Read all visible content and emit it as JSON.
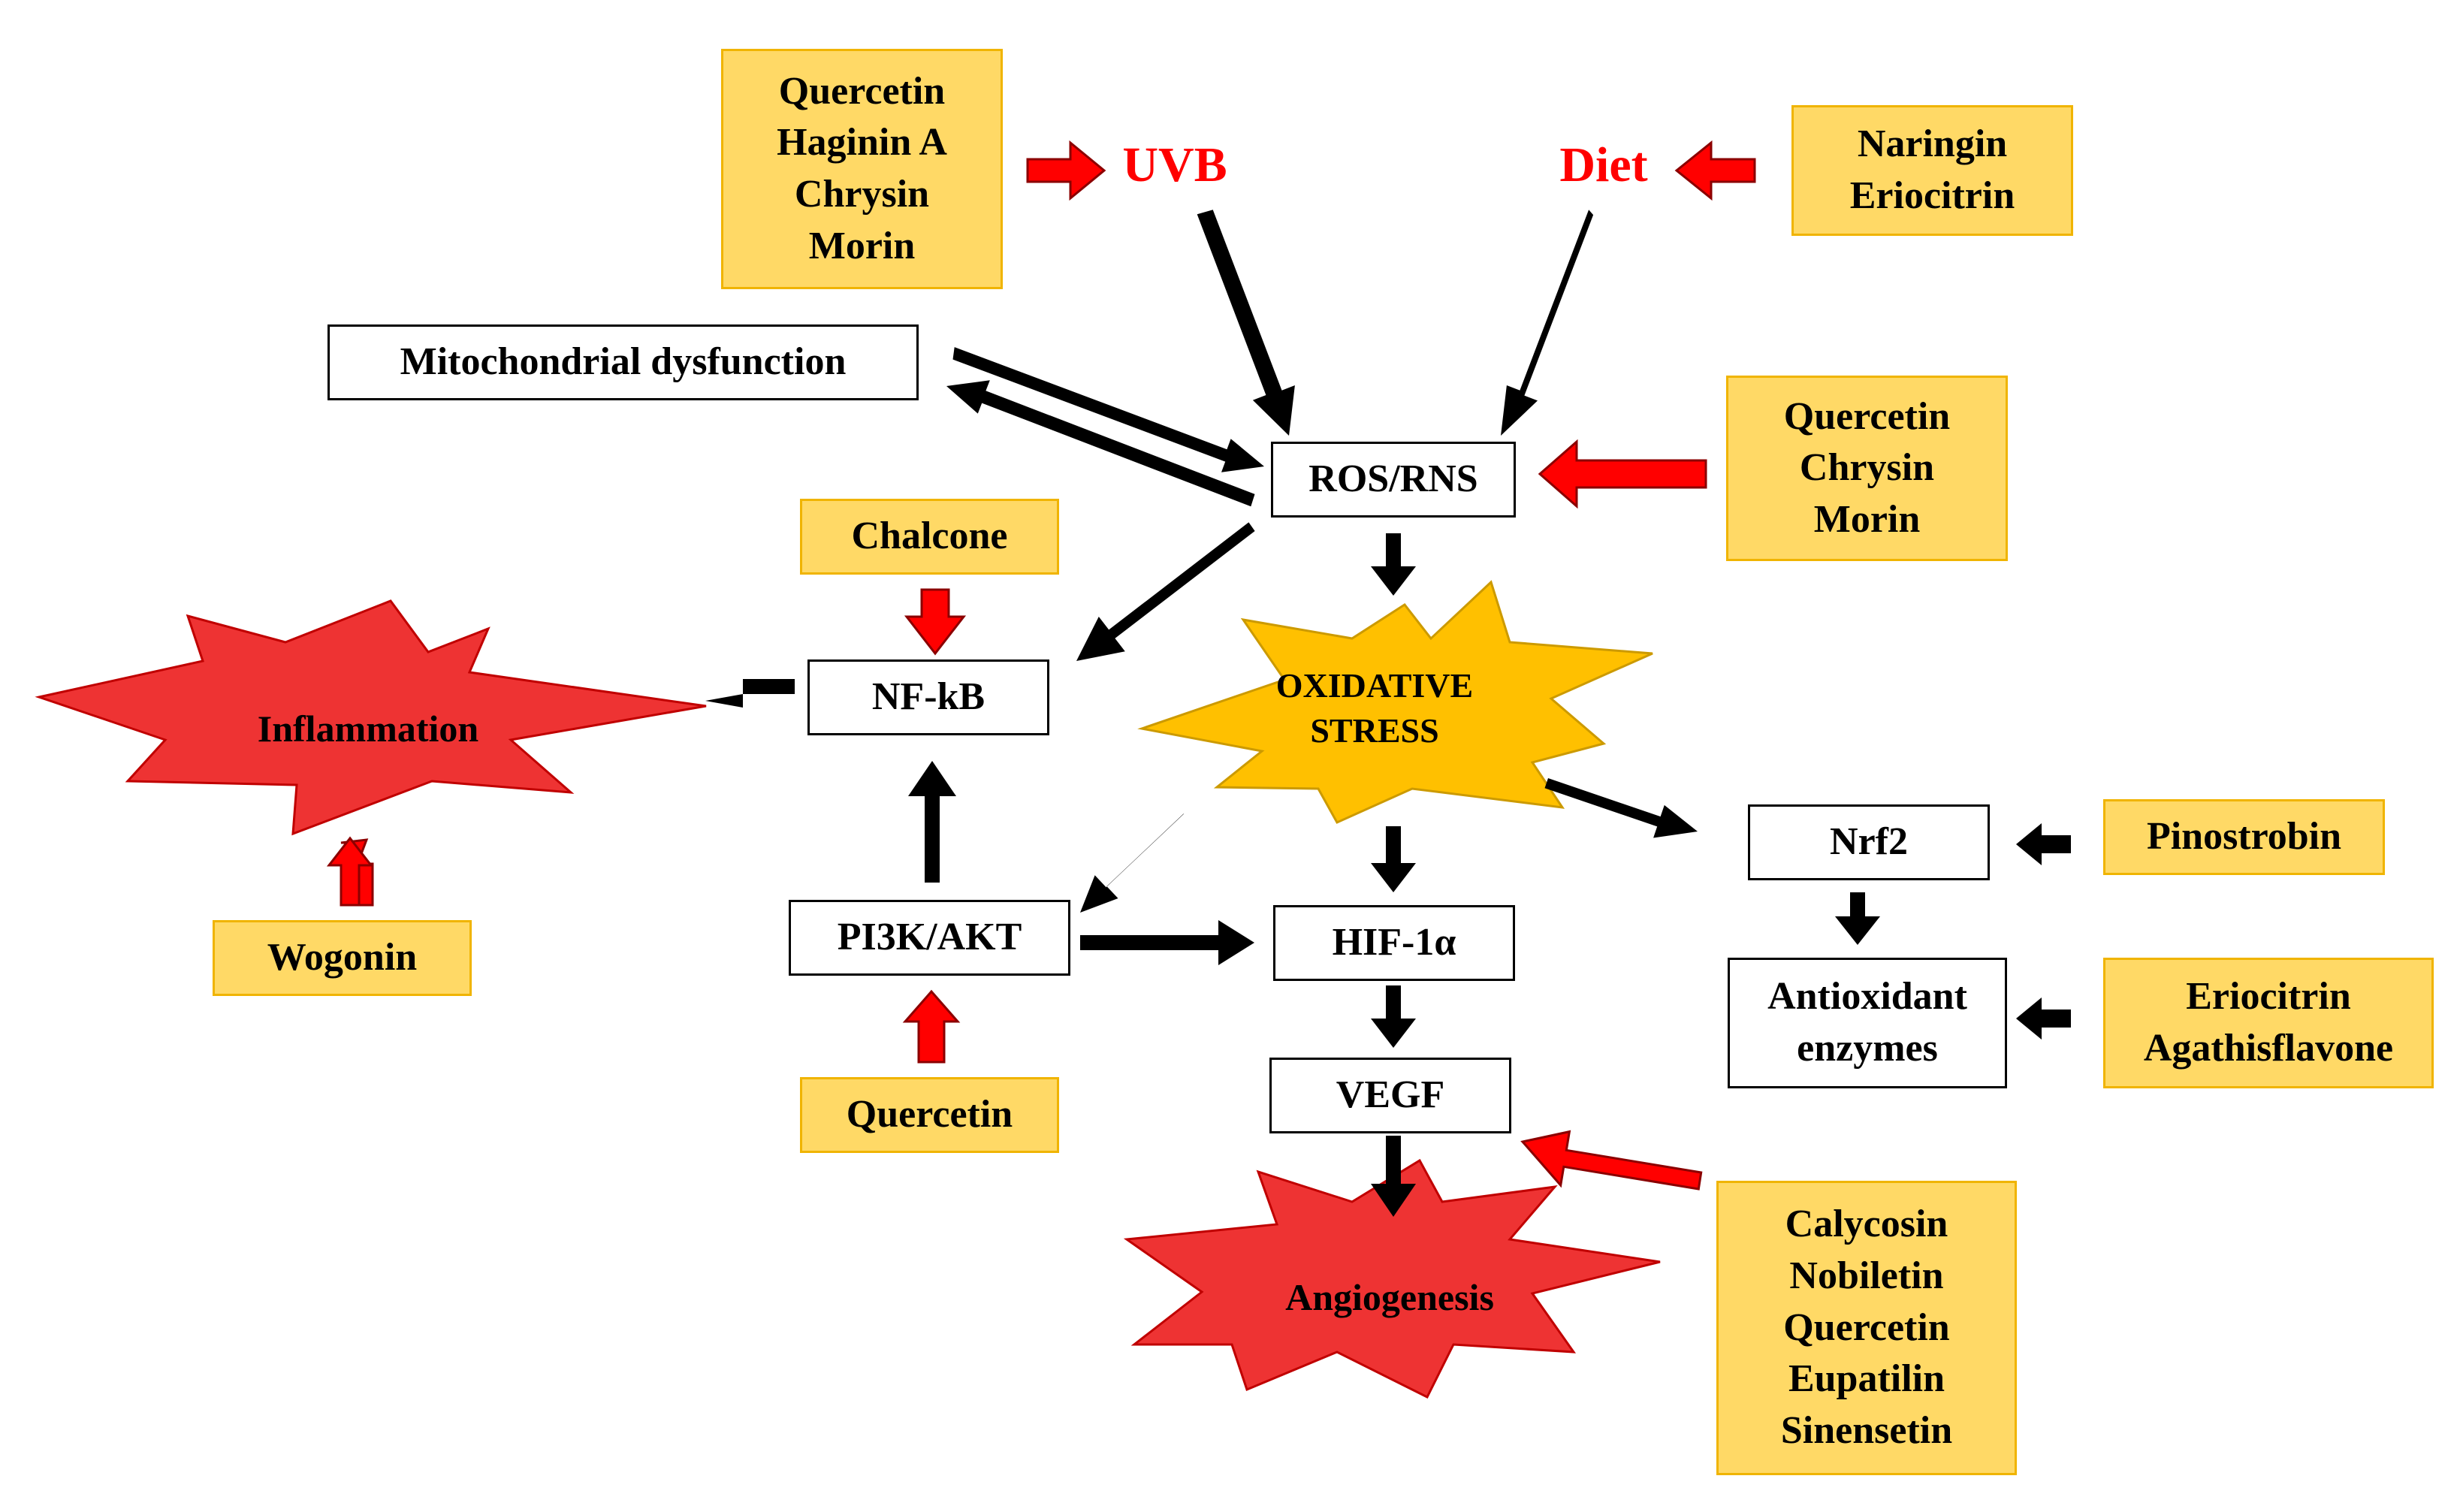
{
  "triggers": {
    "uvb": "UVB",
    "diet": "Diet"
  },
  "nodes": {
    "mito": "Mitochondrial dysfunction",
    "ros": "ROS/RNS",
    "nfkb": "NF-kB",
    "pi3k": "PI3K/AKT",
    "hif": "HIF-1α",
    "vegf": "VEGF",
    "nrf2": "Nrf2",
    "antiox": [
      "Antioxidant",
      "enzymes"
    ]
  },
  "outcomes": {
    "oxidative": [
      "OXIDATIVE",
      "STRESS"
    ],
    "inflammation": "Inflammation",
    "angiogenesis": "Angiogenesis"
  },
  "compounds": {
    "uvb": [
      "Quercetin",
      "Haginin A",
      "Chrysin",
      "Morin"
    ],
    "diet": [
      "Naringin",
      "Eriocitrin"
    ],
    "ros": [
      "Quercetin",
      "Chrysin",
      "Morin"
    ],
    "nfkb": [
      "Chalcone"
    ],
    "inflammation": [
      "Wogonin"
    ],
    "pi3k": [
      "Quercetin"
    ],
    "nrf2": [
      "Pinostrobin"
    ],
    "antiox": [
      "Eriocitrin",
      "Agathisflavone"
    ],
    "vegf": [
      "Calycosin",
      "Nobiletin",
      "Quercetin",
      "Eupatilin",
      "Sinensetin"
    ]
  },
  "colors": {
    "compound_fill": "#ffd966",
    "compound_border": "#f0b400",
    "inhibit_arrow": "#ff0000",
    "flow_arrow": "#000000",
    "burst_red": "#ee3333",
    "burst_gold": "#ffc000",
    "trigger_text": "#ff0000"
  }
}
